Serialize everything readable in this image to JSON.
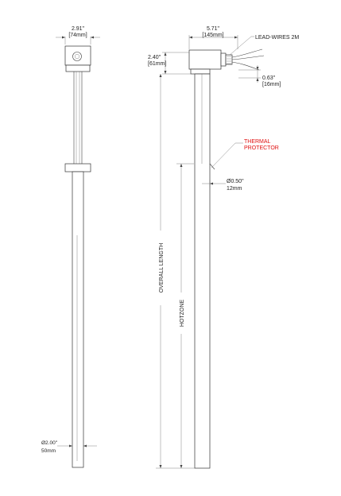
{
  "left_view": {
    "width_dim": {
      "in": "2.91\"",
      "mm": "[74mm]"
    },
    "diameter_dim": {
      "in": "Ø2.00\"",
      "mm": "50mm"
    }
  },
  "right_view": {
    "width_dim": {
      "in": "5.71\"",
      "mm": "[145mm]"
    },
    "lead_wires": "LEAD-WIRES 2M",
    "head_height_dim": {
      "in": "2.40\"",
      "mm": "[61mm]"
    },
    "offset_dim": {
      "in": "0.63\"",
      "mm": "[16mm]"
    },
    "thermal_protector": {
      "line1": "THERMAL",
      "line2": "PROTECTOR",
      "color": "#e01010"
    },
    "sensor_dim": {
      "in": "Ø0.50\"",
      "mm": "12mm"
    },
    "overall_length": "OVERALL LENGTH",
    "hotzone": "HOTZONE"
  }
}
